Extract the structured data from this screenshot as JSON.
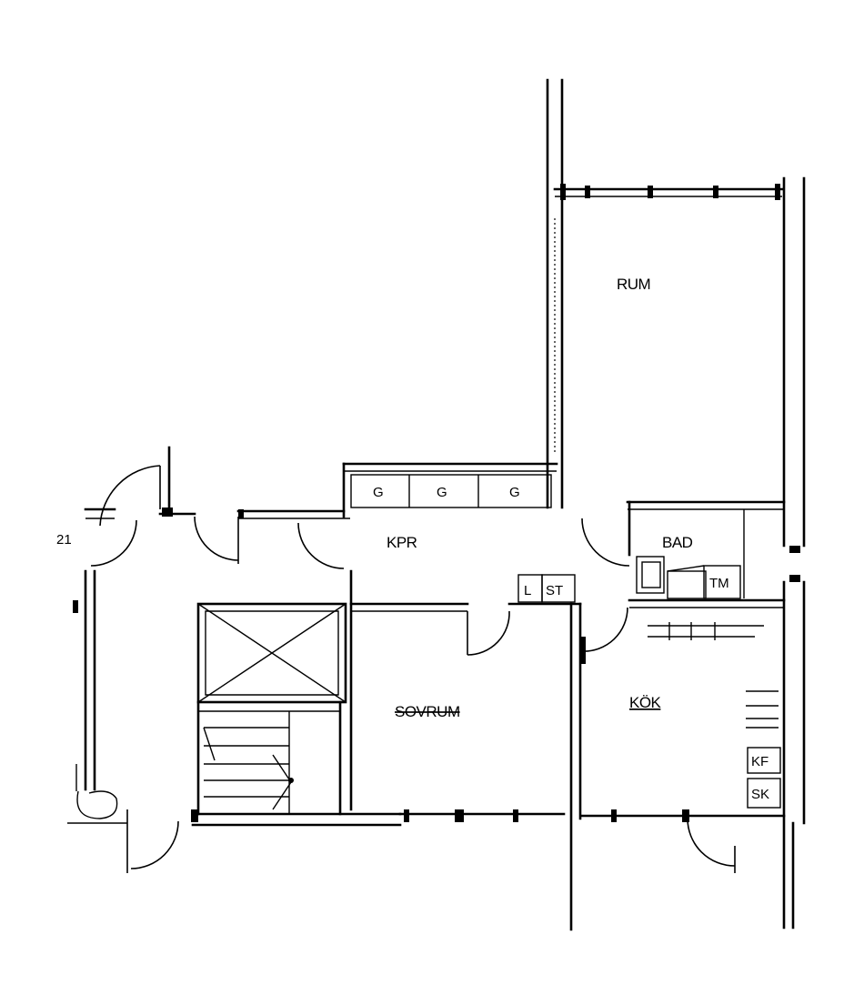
{
  "rooms": {
    "living": "RUM",
    "hall": "KPR",
    "bath": "BAD",
    "bedroom": "SOVRUM",
    "kitchen": "KÖK"
  },
  "fixtures": {
    "wardrobe": "G",
    "linen": "L",
    "storage": "ST",
    "washer": "TM",
    "fridge": "KF",
    "cabinet": "SK"
  },
  "annotations": {
    "unit_number": "21"
  }
}
